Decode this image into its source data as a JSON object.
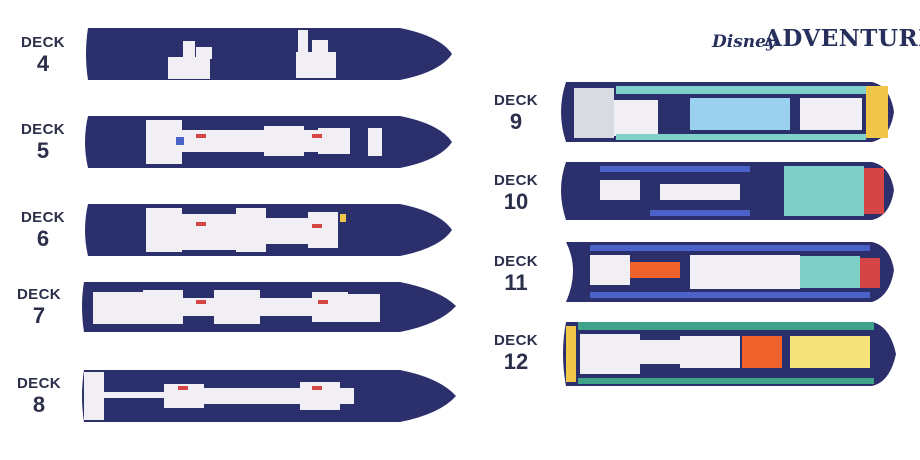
{
  "brand": {
    "line1": "Disney",
    "line2": "ADVENTURE"
  },
  "colors": {
    "hull": "#2b2f6b",
    "interior": "#f2eff4",
    "teal": "#7fd0c8",
    "lightblue": "#9ad1ee",
    "blue": "#4b63c9",
    "orange": "#f0622c",
    "yellow": "#f4e27a",
    "green": "#3fa38a",
    "red": "#d64545",
    "gold": "#f0c64a",
    "gray": "#b9bcc9"
  },
  "decks": [
    {
      "word": "DECK",
      "number": "4"
    },
    {
      "word": "DECK",
      "number": "5"
    },
    {
      "word": "DECK",
      "number": "6"
    },
    {
      "word": "DECK",
      "number": "7"
    },
    {
      "word": "DECK",
      "number": "8"
    },
    {
      "word": "DECK",
      "number": "9"
    },
    {
      "word": "DECK",
      "number": "10"
    },
    {
      "word": "DECK",
      "number": "11"
    },
    {
      "word": "DECK",
      "number": "12"
    }
  ]
}
